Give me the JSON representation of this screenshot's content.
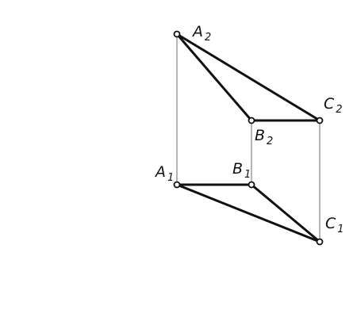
{
  "points": {
    "A2": {
      "base": "A",
      "index": "2"
    },
    "B2": {
      "base": "B",
      "index": "2"
    },
    "C2": {
      "base": "C",
      "index": "2"
    },
    "A1": {
      "base": "A",
      "index": "1"
    },
    "B1": {
      "base": "B",
      "index": "1"
    },
    "C1": {
      "base": "C",
      "index": "1"
    }
  },
  "colors": {
    "line": "#111111",
    "projection_line": "#444444",
    "background": "#ffffff"
  }
}
